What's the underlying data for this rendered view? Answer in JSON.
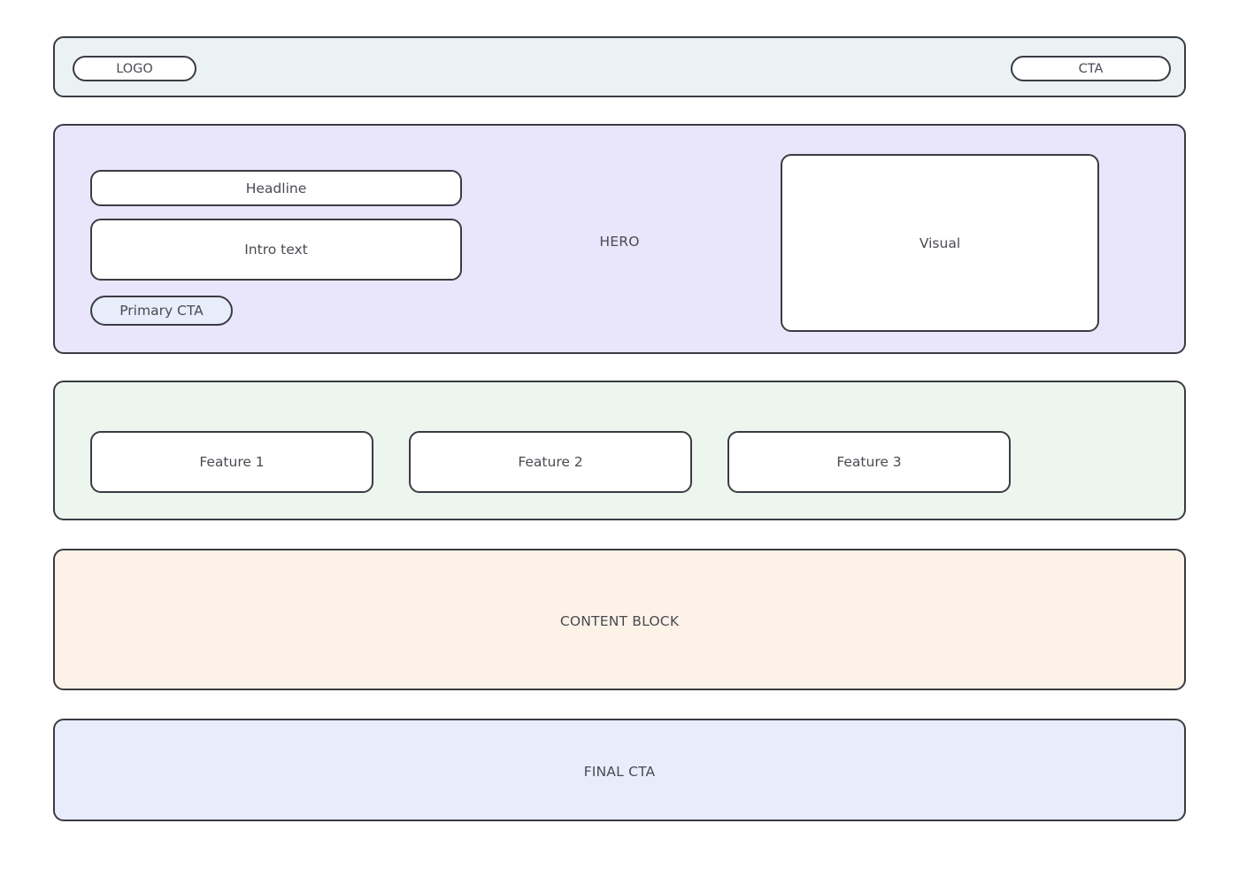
{
  "page": {
    "kind": "wireframe",
    "background": "#ffffff",
    "stroke_color": "#3b3b44",
    "text_color": "#4a4a52"
  },
  "header": {
    "name": "header-bar",
    "background": "#eaf2f3",
    "logo_label": "LOGO",
    "cta_label": "CTA"
  },
  "hero": {
    "name": "hero-section",
    "background": "#e9e6fb",
    "section_label": "HERO",
    "headline_label": "Headline",
    "intro_label": "Intro text",
    "primary_cta_label": "Primary CTA",
    "primary_cta_background": "#e8edfb",
    "visual_label": "Visual"
  },
  "features": {
    "name": "features-section",
    "background": "#ecf6ee",
    "items": [
      {
        "label": "Feature 1"
      },
      {
        "label": "Feature 2"
      },
      {
        "label": "Feature 3"
      }
    ]
  },
  "content_block": {
    "name": "content-block-section",
    "background": "#fdf2e7",
    "label": "CONTENT BLOCK"
  },
  "final_cta": {
    "name": "final-cta-section",
    "background": "#e8edfb",
    "label": "FINAL CTA"
  }
}
